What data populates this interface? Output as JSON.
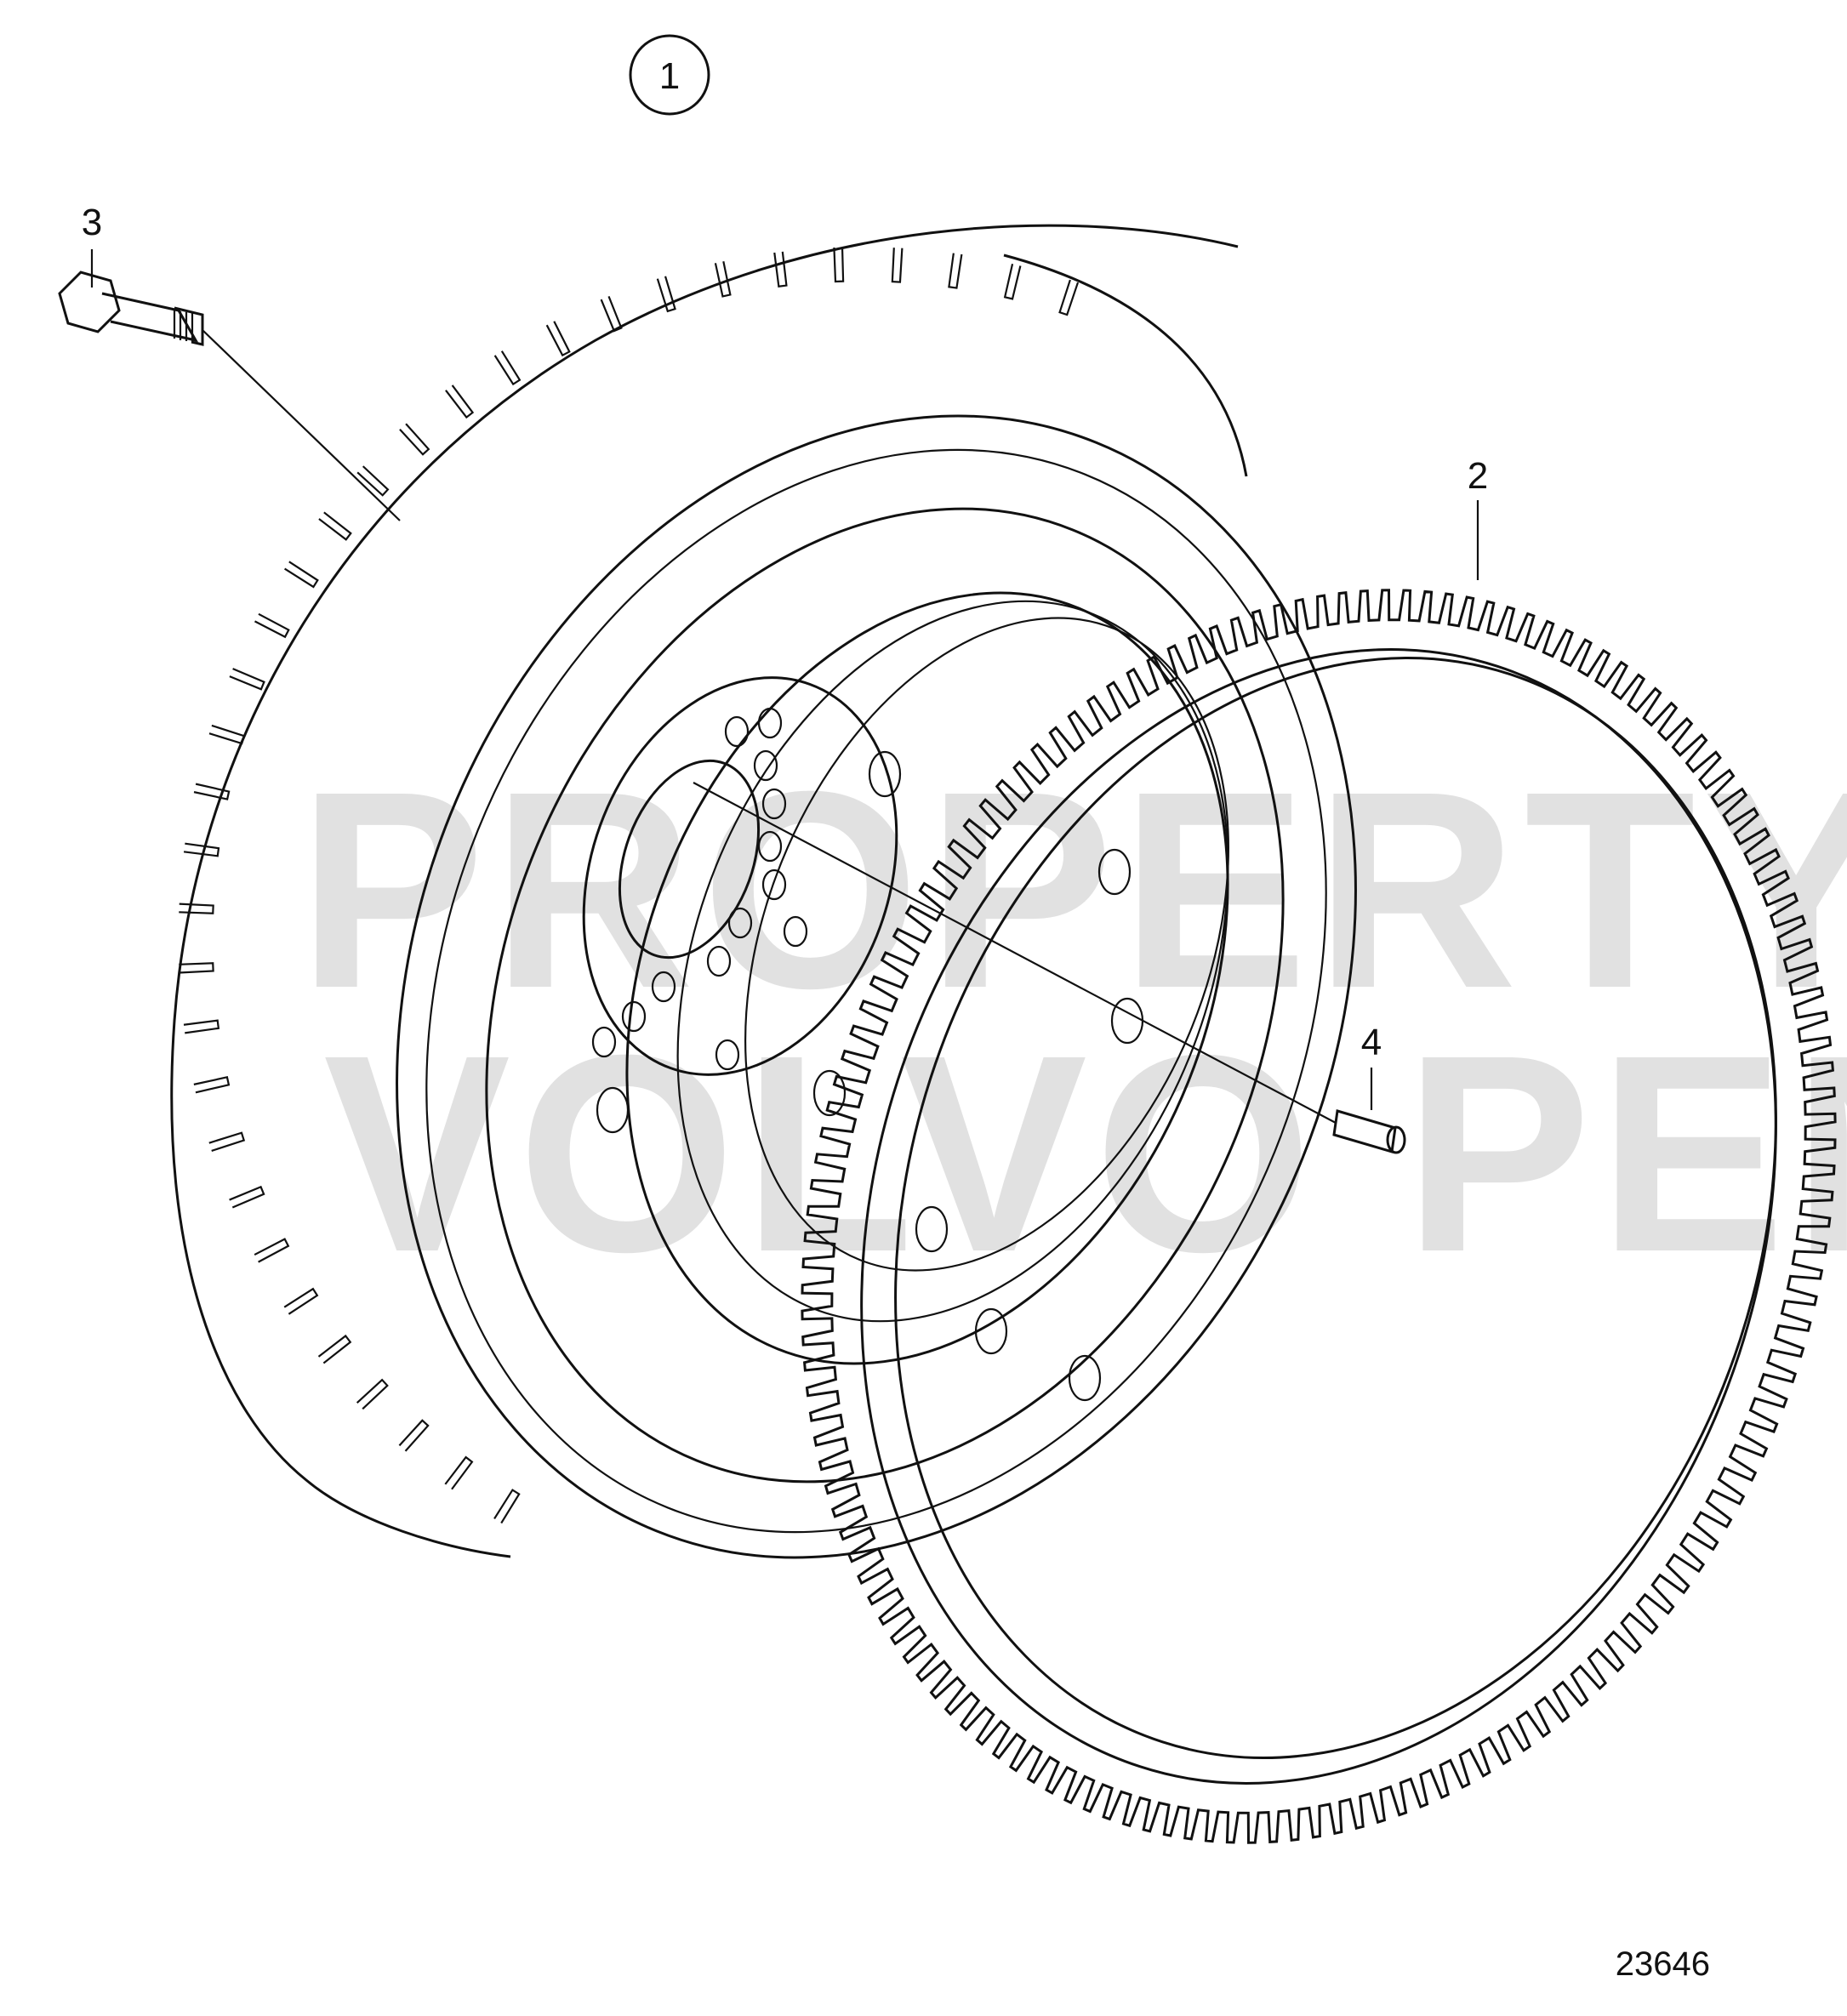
{
  "diagram": {
    "assembly_callout": "1",
    "callouts": {
      "ring_gear": "2",
      "bolt": "3",
      "dowel_pin": "4"
    },
    "drawing_number": "23646",
    "watermark": {
      "line1": "PROPERTY OF",
      "line2": "VOLVO PENTA"
    },
    "colors": {
      "line": "#111111",
      "background": "#ffffff",
      "watermark": "#d8d8d8"
    }
  }
}
